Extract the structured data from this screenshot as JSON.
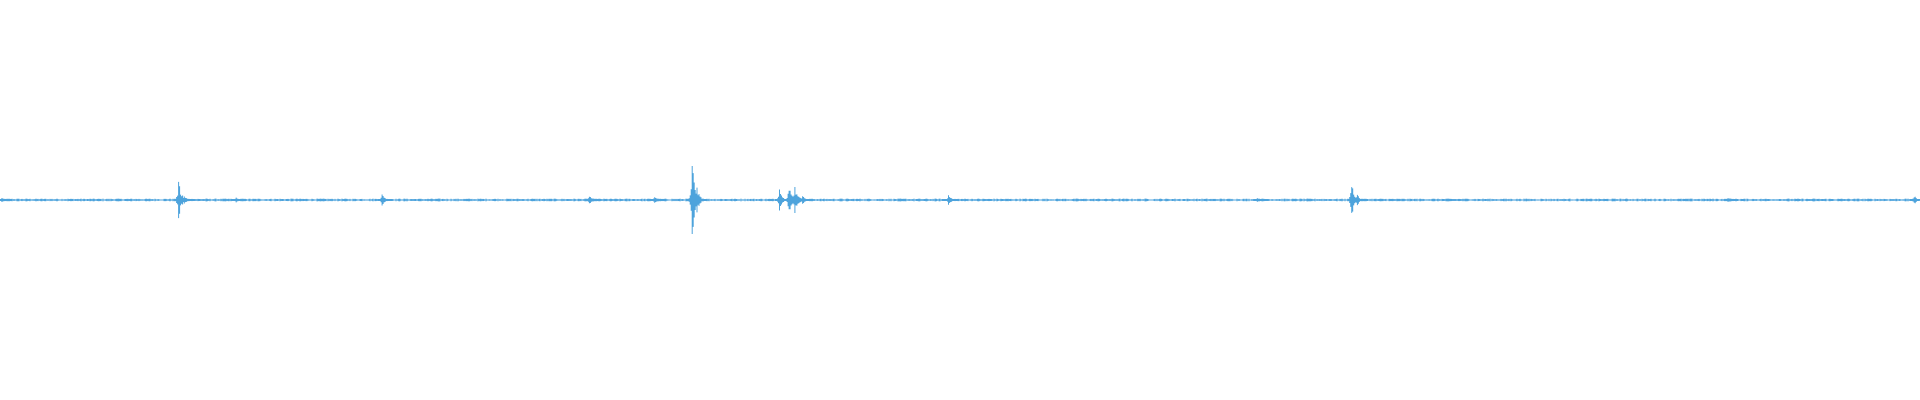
{
  "waveform": {
    "color": "#4da3dc",
    "background": "#ffffff",
    "noise_amplitude": 0.02,
    "peaks": [
      {
        "position": 0.001,
        "amplitude": 0.03
      },
      {
        "position": 0.093,
        "amplitude": 0.28
      },
      {
        "position": 0.096,
        "amplitude": 0.06
      },
      {
        "position": 0.123,
        "amplitude": 0.04
      },
      {
        "position": 0.199,
        "amplitude": 0.1
      },
      {
        "position": 0.307,
        "amplitude": 0.08
      },
      {
        "position": 0.341,
        "amplitude": 0.07
      },
      {
        "position": 0.3605,
        "amplitude": 0.55
      },
      {
        "position": 0.363,
        "amplitude": 0.18
      },
      {
        "position": 0.406,
        "amplitude": 0.15
      },
      {
        "position": 0.411,
        "amplitude": 0.25
      },
      {
        "position": 0.414,
        "amplitude": 0.22
      },
      {
        "position": 0.418,
        "amplitude": 0.06
      },
      {
        "position": 0.494,
        "amplitude": 0.07
      },
      {
        "position": 0.655,
        "amplitude": 0.04
      },
      {
        "position": 0.704,
        "amplitude": 0.26
      },
      {
        "position": 0.707,
        "amplitude": 0.08
      },
      {
        "position": 0.9,
        "amplitude": 0.04
      },
      {
        "position": 0.997,
        "amplitude": 0.07
      }
    ]
  }
}
